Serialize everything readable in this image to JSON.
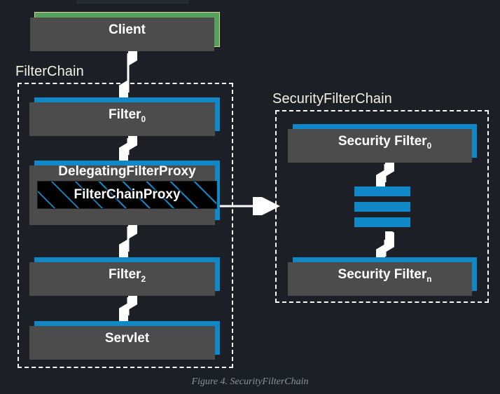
{
  "figure": {
    "caption": "Figure 4. SecurityFilterChain",
    "background_color": "#1c1f26",
    "accent_blue": "#1087c6",
    "accent_green": "#55a05a",
    "shadow_color": "#4c4c4c",
    "frame_color": "#ffffff",
    "label_color": "#f3f1e4"
  },
  "groups": [
    {
      "id": "filter-chain",
      "label": "FilterChain"
    },
    {
      "id": "security-filter-chain",
      "label": "SecurityFilterChain"
    }
  ],
  "nodes": {
    "client": {
      "label": "Client",
      "color": "#55a05a"
    },
    "filter0": {
      "label": "Filter",
      "sub": "0",
      "color": "#1087c6"
    },
    "delegating_filter_proxy": {
      "label": "DelegatingFilterProxy",
      "color": "#1087c6"
    },
    "filter_chain_proxy": {
      "label": "FilterChainProxy",
      "color": "#000000"
    },
    "filter2": {
      "label": "Filter",
      "sub": "2",
      "color": "#1087c6"
    },
    "servlet": {
      "label": "Servlet",
      "color": "#1087c6"
    },
    "security_filter_0": {
      "label": "Security Filter",
      "sub": "0",
      "color": "#1087c6"
    },
    "security_filter_n": {
      "label": "Security Filter",
      "sub": "n",
      "color": "#1087c6"
    },
    "ellipsis": {
      "label": "ellipsis-bars",
      "count": 3,
      "color": "#1087c6"
    }
  },
  "connections": [
    {
      "id": "client-filter0",
      "type": "bidirectional-vertical"
    },
    {
      "id": "filter0-delegating",
      "type": "bidirectional-vertical"
    },
    {
      "id": "delegating-filter2",
      "type": "bidirectional-vertical"
    },
    {
      "id": "filter2-servlet",
      "type": "bidirectional-vertical"
    },
    {
      "id": "filterchainproxy-securityfilterchain",
      "type": "unidirectional-horizontal"
    },
    {
      "id": "securityfilter0-ellipsis",
      "type": "bidirectional-vertical"
    },
    {
      "id": "ellipsis-securityfiltern",
      "type": "bidirectional-vertical"
    }
  ]
}
